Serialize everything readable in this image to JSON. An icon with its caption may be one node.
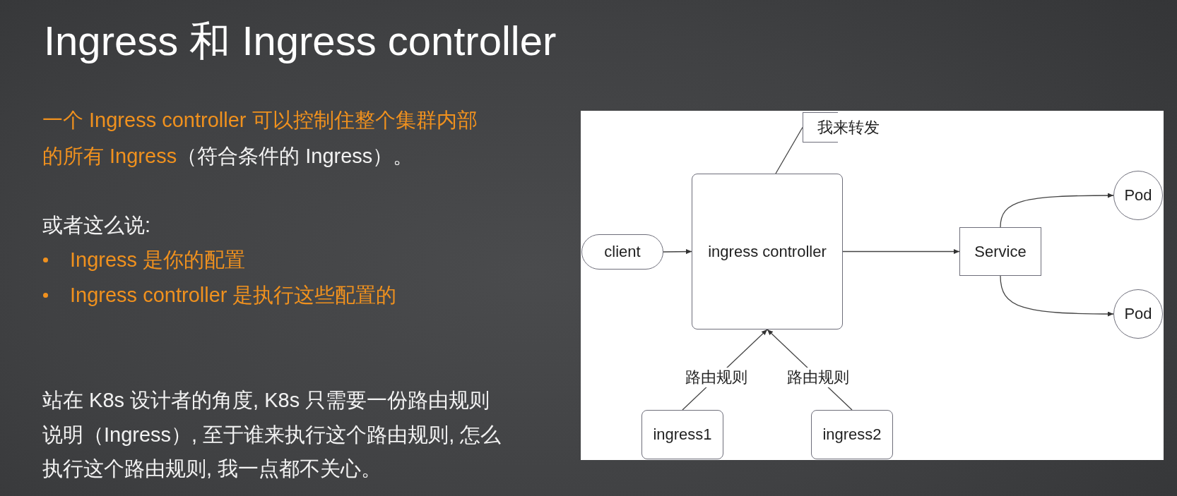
{
  "diagram": {
    "title": "Ingress 和 Ingress controller",
    "nodes": [
      {
        "text": [
          "我来转发"
        ]
      },
      {
        "text": [
          "client"
        ]
      },
      {
        "text": [
          "ingress controller"
        ]
      },
      {
        "text": [
          "Service"
        ]
      },
      {
        "text": [
          "Pod"
        ]
      },
      {
        "text": [
          "Pod"
        ]
      },
      {
        "text": [
          "ingress1"
        ]
      },
      {
        "text": [
          "ingress2"
        ]
      }
    ],
    "edges": [
      {
        "from": 1,
        "to": 2,
        "arrow": "to"
      },
      {
        "from": 2,
        "to": 3,
        "arrow": "to"
      },
      {
        "from": 3,
        "to": 4,
        "arrow": "to"
      },
      {
        "from": 3,
        "to": 5,
        "arrow": "to"
      },
      {
        "from": 6,
        "to": 2,
        "label": "路由规则",
        "arrow": "to"
      },
      {
        "from": 7,
        "to": 2,
        "label": "路由规则",
        "arrow": "to"
      },
      {
        "from": 0,
        "to": 2,
        "arrow": "none"
      }
    ],
    "labels": [
      "一个 Ingress controller 可以控制住整个集群内部的所有 Ingress",
      "（符合条件的 Ingress）。",
      "或者这么说:",
      "Ingress 是你的配置",
      "Ingress controller 是执行这些配置的",
      "站在 K8s 设计者的角度, K8s 只需要一份路由规则说明（Ingress）, 至于谁来执行这个路由规则, 怎么执行这个路由规则, 我一点都不关心。"
    ]
  }
}
